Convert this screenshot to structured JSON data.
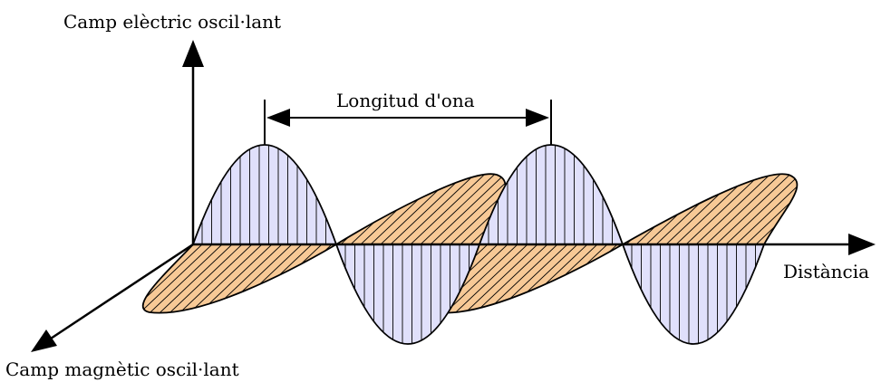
{
  "labels": {
    "electric_field": "Camp elèctric oscil·lant",
    "wavelength": "Longitud d'ona",
    "distance": "Distància",
    "magnetic_field": "Camp magnètic oscil·lant"
  },
  "colors": {
    "electric_fill": "#e0e0fb",
    "magnetic_fill": "#f7c996",
    "stroke": "#000000"
  }
}
